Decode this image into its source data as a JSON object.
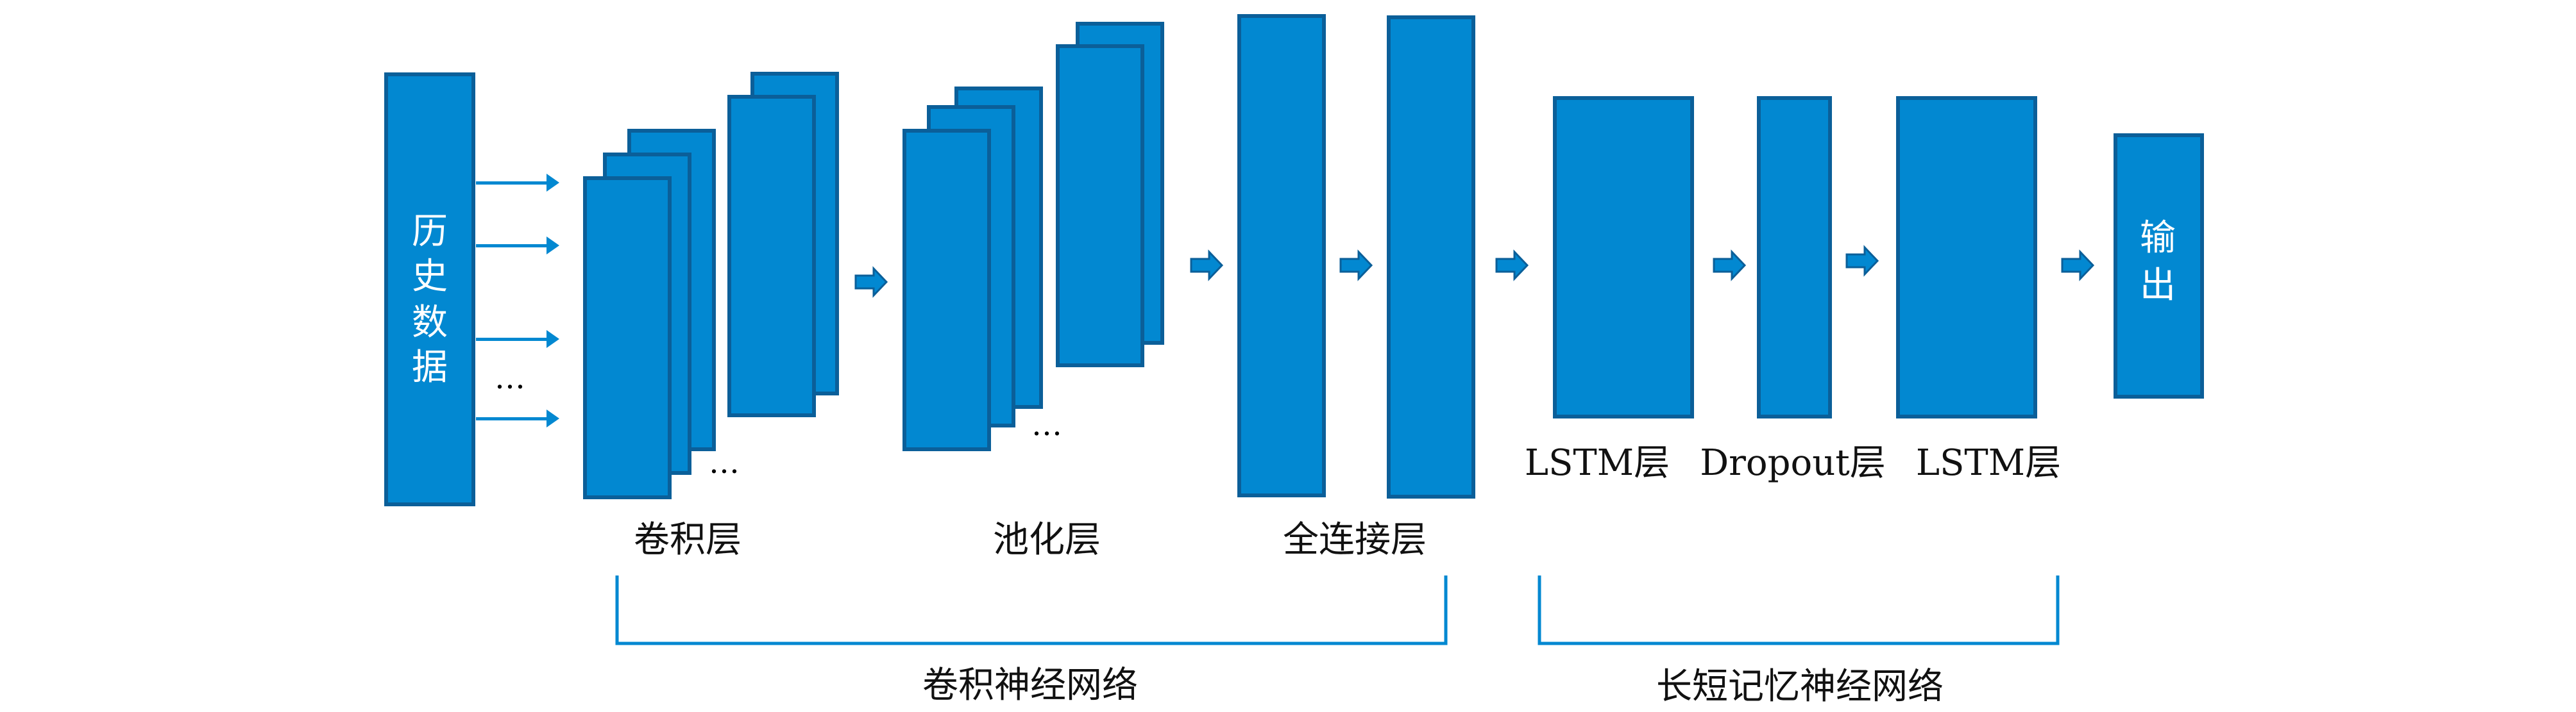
{
  "input": {
    "label_chars": [
      "历",
      "史",
      "数",
      "据"
    ],
    "ellipsis": "…"
  },
  "layers": {
    "conv": "卷积层",
    "pool": "池化层",
    "fc": "全连接层",
    "lstm1": "LSTM层",
    "dropout": "Dropout层",
    "lstm2": "LSTM层"
  },
  "conv_ellipsis": "…",
  "pool_ellipsis": "…",
  "output": {
    "label_chars": [
      "输",
      "出"
    ]
  },
  "groups": {
    "cnn": "卷积神经网络",
    "lstm": "长短记忆神经网络"
  },
  "colors": {
    "fill": "#0288d1",
    "border": "#0b5f99",
    "arrow": "#0288d1"
  }
}
